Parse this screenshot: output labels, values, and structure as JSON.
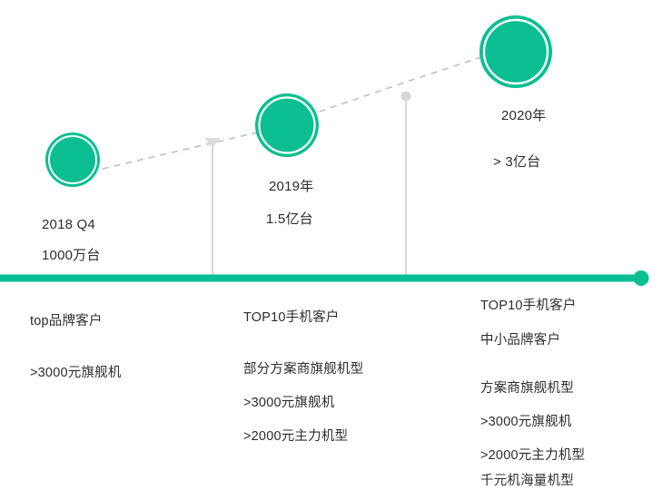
{
  "theme": {
    "accent_green": "#0bbf92",
    "text_color": "#2d2d2d",
    "connector_gray": "#c9c9c9",
    "background": "#ffffff"
  },
  "chart_data": {
    "type": "line",
    "title": "",
    "xlabel": "",
    "ylabel": "",
    "categories": [
      "2018 Q4",
      "2019年",
      "2020年"
    ],
    "values": [
      0.1,
      1.5,
      3
    ],
    "value_labels": [
      "1000万台",
      "1.5亿台",
      "> 3亿台"
    ],
    "unit": "亿台",
    "grid": false,
    "legend": "none",
    "annotations": [
      "top品牌客户",
      ">3000元旗舰机",
      "TOP10手机客户",
      "部分方案商旗舰机型",
      "TOP10手机客户",
      "中小品牌客户",
      "方案商旗舰机型",
      "千元机海量机型"
    ]
  },
  "milestones": [
    {
      "id": "m1",
      "year": "2018 Q4",
      "volume": "1000万台",
      "marker": "circle-node-small",
      "details": [
        "top品牌客户",
        ">3000元旗舰机"
      ]
    },
    {
      "id": "m2",
      "year": "2019年",
      "volume": "1.5亿台",
      "marker": "circle-node-medium",
      "details": [
        "TOP10手机客户",
        "部分方案商旗舰机型",
        ">3000元旗舰机",
        ">2000元主力机型"
      ]
    },
    {
      "id": "m3",
      "year": "2020年",
      "volume": "> 3亿台",
      "marker": "circle-node-large",
      "details": [
        "TOP10手机客户",
        "中小品牌客户",
        "方案商旗舰机型",
        ">3000元旗舰机",
        ">2000元主力机型",
        "千元机海量机型"
      ]
    }
  ]
}
